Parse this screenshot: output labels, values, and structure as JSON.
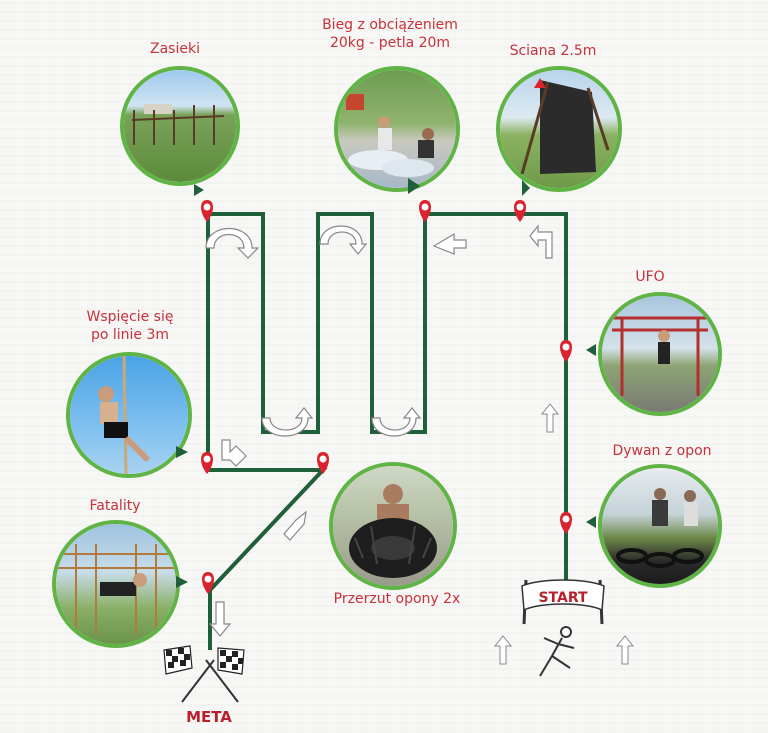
{
  "stations": {
    "zasieki": "Zasieki",
    "bieg_line1": "Bieg z obciążeniem",
    "bieg_line2": "20kg  - petla 20m",
    "sciana": "Sciana 2.5m",
    "ufo": "UFO",
    "wspiecie_line1": "Wspięcie się",
    "wspiecie_line2": "po linie 3m",
    "dywan": "Dywan z opon",
    "fatality": "Fatality",
    "przerzut": "Przerzut opony 2x"
  },
  "start_label": "START",
  "meta_label": "META",
  "colors": {
    "path": "#1f5f3a",
    "circle_border": "#5fb445",
    "label": "#c8313b",
    "pin": "#d9232e"
  }
}
